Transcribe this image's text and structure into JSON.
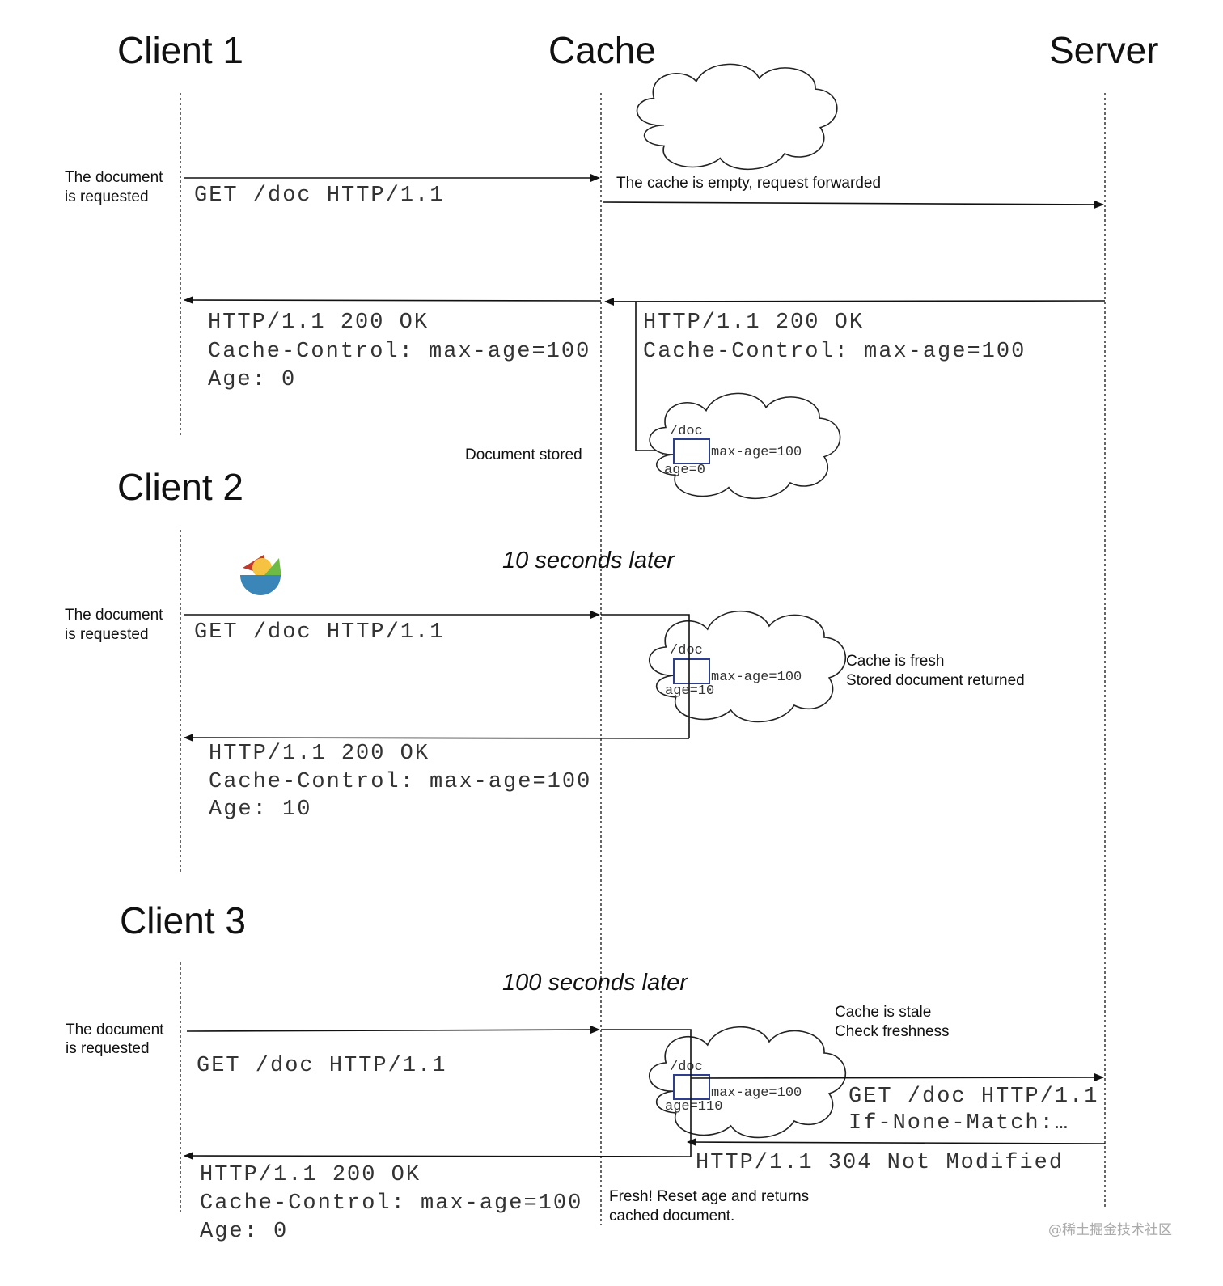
{
  "actors": {
    "client1": "Client 1",
    "cache": "Cache",
    "server": "Server",
    "client2": "Client 2",
    "client3": "Client 3"
  },
  "section1": {
    "doc_requested": [
      "The document",
      "is requested"
    ],
    "request": "GET /doc HTTP/1.1",
    "cache_empty_note": "The cache is empty, request forwarded",
    "response_client": [
      "HTTP/1.1 200 OK",
      "Cache-Control: max-age=100",
      "Age: 0"
    ],
    "response_server": [
      "HTTP/1.1 200 OK",
      "Cache-Control: max-age=100"
    ],
    "document_stored": "Document stored",
    "cloud": {
      "path": "/doc",
      "max_age": "max-age=100",
      "age": "age=0"
    }
  },
  "section2": {
    "time_note": "10 seconds later",
    "doc_requested": [
      "The document",
      "is requested"
    ],
    "request": "GET /doc HTTP/1.1",
    "cloud": {
      "path": "/doc",
      "max_age": "max-age=100",
      "age": "age=10"
    },
    "fresh_note": [
      "Cache is fresh",
      "Stored document returned"
    ],
    "response_client": [
      "HTTP/1.1 200 OK",
      "Cache-Control: max-age=100",
      "Age: 10"
    ]
  },
  "section3": {
    "time_note": "100 seconds later",
    "doc_requested": [
      "The document",
      "is requested"
    ],
    "request": "GET /doc HTTP/1.1",
    "stale_note": [
      "Cache is stale",
      "Check freshness"
    ],
    "cloud": {
      "path": "/doc",
      "max_age": "max-age=100",
      "age": "age=110"
    },
    "server_request": [
      "GET /doc HTTP/1.1",
      "If-None-Match:…"
    ],
    "server_response": "HTTP/1.1 304 Not Modified",
    "response_client": [
      "HTTP/1.1 200 OK",
      "Cache-Control: max-age=100",
      "Age: 0"
    ],
    "fresh_reset_note": [
      "Fresh! Reset age and returns",
      "cached document."
    ]
  },
  "watermark": "@稀土掘金技术社区",
  "icons": {
    "bowl": "salad-bowl-icon"
  },
  "colors": {
    "doc_box": "#2c3e8c",
    "bowl_blue": "#3a86b8",
    "bowl_red": "#c0392b",
    "bowl_yellow": "#f5c242",
    "bowl_green": "#6dbb45"
  }
}
